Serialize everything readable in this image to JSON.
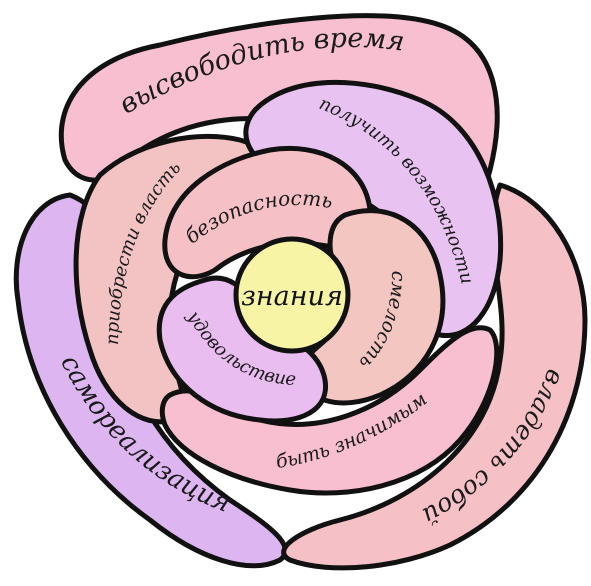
{
  "diagram": {
    "center": {
      "label": "знания",
      "color": "#f8f4a6"
    },
    "inner_ring": [
      {
        "label": "безопасность",
        "color": "#f5c0c6"
      },
      {
        "label": "смелость",
        "color": "#f3c6c2"
      },
      {
        "label": "удовольствие",
        "color": "#e9bdf0"
      }
    ],
    "middle_ring": [
      {
        "label": "приобрести власть",
        "color": "#f3c3c3"
      },
      {
        "label": "получить возможности",
        "color": "#e8c3f2"
      },
      {
        "label": "быть значимым",
        "color": "#f7bfd0"
      }
    ],
    "outer_ring": [
      {
        "label": "высвободить время",
        "color": "#f7bfd0"
      },
      {
        "label": "владеть собой",
        "color": "#f6c1c6"
      },
      {
        "label": "самореализация",
        "color": "#ddb6f1"
      }
    ],
    "outline_color": "#111111"
  }
}
